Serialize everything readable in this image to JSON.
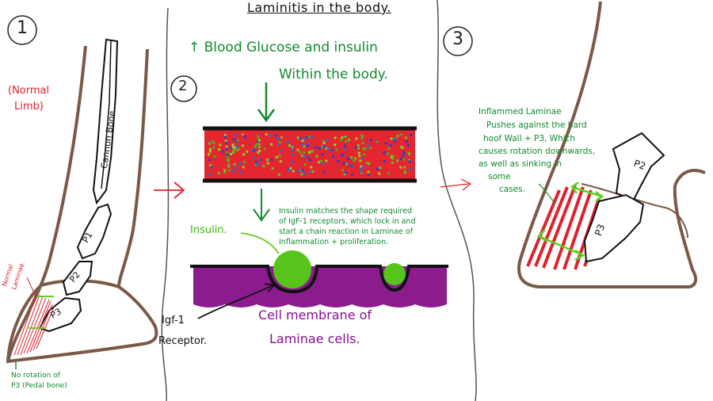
{
  "title": "Laminitis in the body.",
  "panels": {
    "p1": {
      "number": "1",
      "normal_limb_line1": "(Normal",
      "normal_limb_line2": "Limb)",
      "cannon_bone": "Cannon Bone",
      "p1_label": "P1",
      "p2_label": "P2",
      "p3_label": "P3",
      "normal_laminae_line1": "Normal",
      "normal_laminae_line2": "Laminae.",
      "no_rotation_line1": "No rotation of",
      "no_rotation_line2": "P3 (Pedal bone)"
    },
    "p2": {
      "number": "2",
      "glucose_line1": "↑ Blood Glucose and insulin",
      "glucose_line2": "Within the body.",
      "insulin_match_line1": "Insulin matches the shape required",
      "insulin_match_line2": "of IgF-1 receptors, which lock in and",
      "insulin_match_line3": "start a chain reaction in Laminae of",
      "insulin_match_line4": "Inflammation + proliferation.",
      "insulin_label": "Insulin.",
      "receptor_line1": "Igf-1",
      "receptor_line2": "Receptor.",
      "membrane_line1": "Cell membrane of",
      "membrane_line2": "Laminae cells."
    },
    "p3": {
      "number": "3",
      "inflamed_line1": "Inflammed Laminae",
      "inflamed_line2": "Pushes against the hard",
      "inflamed_line3": "hoof Wall + P3, Which",
      "inflamed_line4": "causes rotation downwards,",
      "inflamed_line5": "as well as sinking in",
      "inflamed_line6": "some",
      "inflamed_line7": "cases.",
      "p2_label": "P2",
      "p3_label": "P3"
    }
  },
  "colors": {
    "outline": "#6b5040",
    "red": "#e0212c",
    "green": "#118a2e",
    "bright_green": "#5fd01f",
    "purple": "#8a0f8e",
    "black": "#111111"
  }
}
